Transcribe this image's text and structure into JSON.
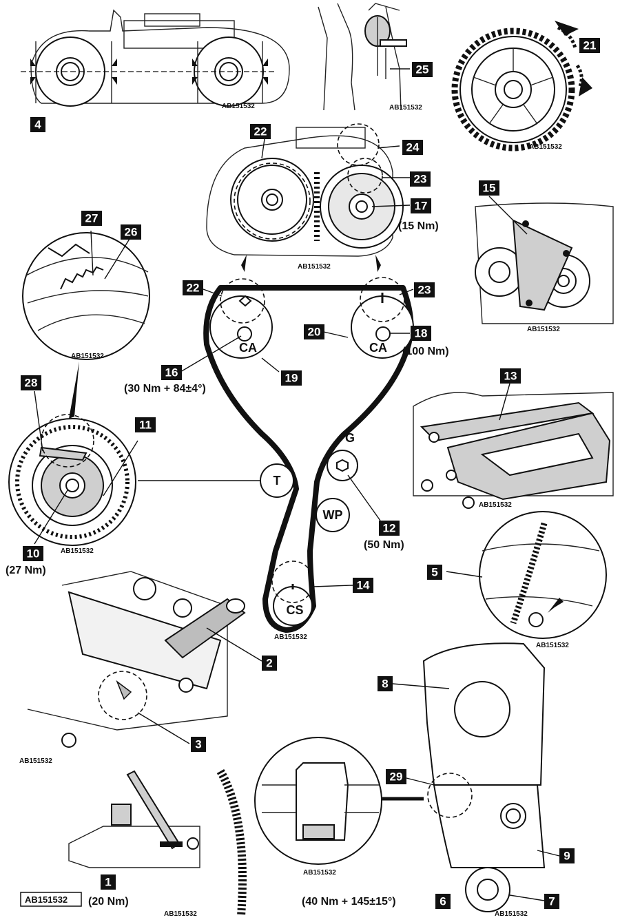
{
  "figure_ref": "AB151532",
  "callouts": {
    "c1": "1",
    "c2": "2",
    "c3": "3",
    "c4": "4",
    "c5": "5",
    "c6": "6",
    "c7": "7",
    "c8": "8",
    "c9": "9",
    "c10": "10",
    "c11": "11",
    "c12": "12",
    "c13": "13",
    "c14": "14",
    "c15": "15",
    "c16": "16",
    "c17": "17",
    "c18": "18",
    "c19": "19",
    "c20": "20",
    "c21": "21",
    "c22a": "22",
    "c22b": "22",
    "c23a": "23",
    "c23b": "23",
    "c24": "24",
    "c25": "25",
    "c26": "26",
    "c27": "27",
    "c28": "28",
    "c29": "29"
  },
  "torques": {
    "t1": "(20 Nm)",
    "t6": "(40 Nm + 145±15°)",
    "t10": "(27 Nm)",
    "t12": "(50 Nm)",
    "t16": "(30 Nm + 84±4°)",
    "t17": "(15 Nm)",
    "t18": "(100 Nm)"
  },
  "pulleys": {
    "ca_left": "CA",
    "ca_right": "CA",
    "tensioner": "T",
    "guide": "G",
    "water_pump": "WP",
    "crankshaft": "CS"
  },
  "panel_refs": {
    "p4": "AB151532",
    "p25": "AB151532",
    "p21": "AB151532",
    "p17": "AB151532",
    "p15": "AB151532",
    "p26": "AB151532",
    "p10": "AB151532",
    "p13": "AB151532",
    "pmain": "AB151532",
    "p5": "AB151532",
    "p3": "AB151532",
    "p29": "AB151532",
    "p7": "AB151532",
    "p1": "AB151532",
    "corner": "AB151532"
  }
}
